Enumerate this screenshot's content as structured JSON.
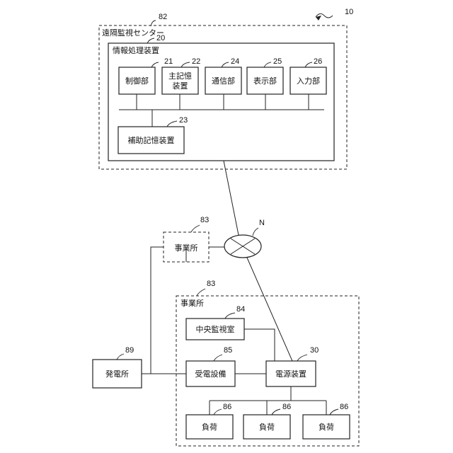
{
  "system": {
    "ref": "10"
  },
  "center": {
    "ref": "82",
    "label": "遠隔監視センター"
  },
  "info_device": {
    "ref": "20",
    "label": "情報処理装置",
    "units": [
      {
        "ref": "21",
        "label": "制御部"
      },
      {
        "ref": "22",
        "label_line1": "主記憶",
        "label_line2": "装置"
      },
      {
        "ref": "24",
        "label": "通信部"
      },
      {
        "ref": "25",
        "label": "表示部"
      },
      {
        "ref": "26",
        "label": "入力部"
      }
    ],
    "aux": {
      "ref": "23",
      "label": "補助記憶装置"
    }
  },
  "network": {
    "ref": "N"
  },
  "office_remote": {
    "ref": "83",
    "label": "事業所"
  },
  "office_main": {
    "ref": "83",
    "label": "事業所",
    "monitor_room": {
      "ref": "84",
      "label": "中央監視室"
    },
    "receiving": {
      "ref": "85",
      "label": "受電設備"
    },
    "power_unit": {
      "ref": "30",
      "label": "電源装置"
    },
    "loads": [
      {
        "ref": "86",
        "label": "負荷"
      },
      {
        "ref": "86",
        "label": "負荷"
      },
      {
        "ref": "86",
        "label": "負荷"
      }
    ]
  },
  "power_plant": {
    "ref": "89",
    "label": "発電所"
  }
}
